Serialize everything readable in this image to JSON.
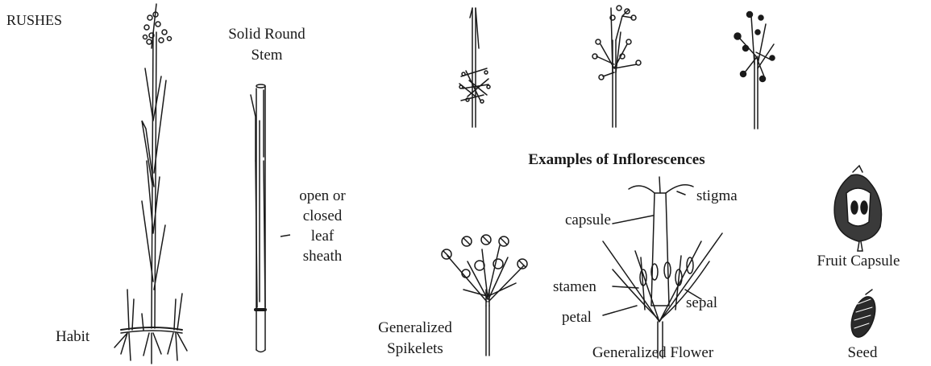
{
  "labels": {
    "title": "RUSHES",
    "habit": "Habit",
    "stem_title_1": "Solid Round",
    "stem_title_2": "Stem",
    "sheath_1": "open or",
    "sheath_2": "closed",
    "sheath_3": "leaf",
    "sheath_4": "sheath",
    "inflorescences_heading": "Examples of Inflorescences",
    "spikelets_1": "Generalized",
    "spikelets_2": "Spikelets",
    "flower_caption": "Generalized Flower",
    "stigma": "stigma",
    "capsule": "capsule",
    "stamen": "stamen",
    "petal": "petal",
    "sepal": "sepal",
    "fruit_capsule": "Fruit Capsule",
    "seed": "Seed"
  },
  "colors": {
    "ink": "#1a1a1a",
    "background": "#ffffff"
  }
}
